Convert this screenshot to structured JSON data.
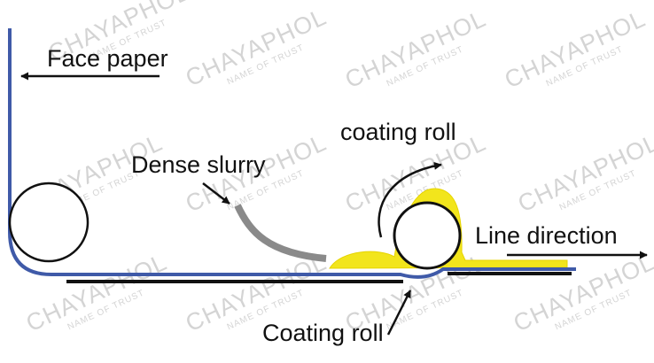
{
  "labels": {
    "face_paper": "Face paper",
    "dense_slurry": "Dense slurry",
    "coating_roll_top": "coating roll",
    "line_direction": "Line direction",
    "coating_roll_bottom": "Coating roll"
  },
  "watermark": {
    "brand": "CHAYAPHOL",
    "tagline": "NAME OF TRUST"
  },
  "colors": {
    "paper": "#3f5aa8",
    "board": "#111111",
    "slurry_pipe": "#8a8a8a",
    "coating": "#f2e51c",
    "roll_outline": "#111111",
    "arrow": "#111111",
    "watermark": "#d4d4d4"
  }
}
